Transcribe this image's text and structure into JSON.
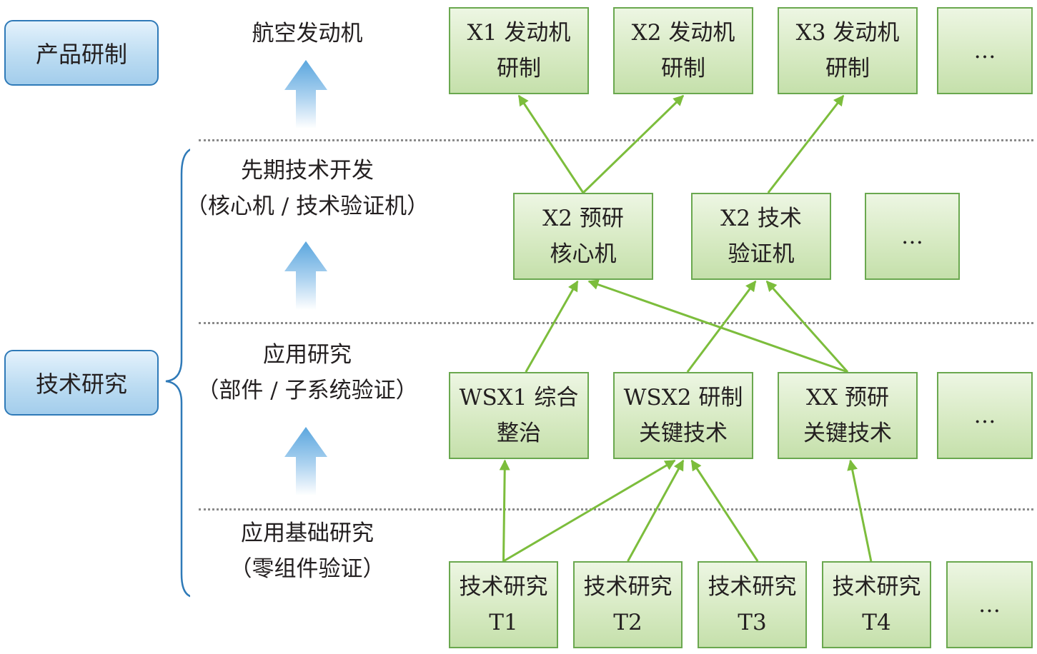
{
  "left_labels": {
    "product": "产品研制",
    "tech": "技术研究"
  },
  "levels": {
    "engine": {
      "line1": "航空发动机"
    },
    "advanced": {
      "line1": "先期技术开发",
      "line2": "（核心机 / 技术验证机）"
    },
    "applied": {
      "line1": "应用研究",
      "line2": "（部件 / 子系统验证）"
    },
    "basic": {
      "line1": "应用基础研究",
      "line2": "（零组件验证）"
    }
  },
  "boxes": {
    "x1": {
      "line1": "X1 发动机",
      "line2": "研制"
    },
    "x2": {
      "line1": "X2 发动机",
      "line2": "研制"
    },
    "x3": {
      "line1": "X3 发动机",
      "line2": "研制"
    },
    "row1_more": {
      "line1": "…"
    },
    "core": {
      "line1": "X2 预研",
      "line2": "核心机"
    },
    "demo": {
      "line1": "X2 技术",
      "line2": "验证机"
    },
    "row2_more": {
      "line1": "…"
    },
    "wsx1": {
      "line1": "WSX1 综合",
      "line2": "整治"
    },
    "wsx2": {
      "line1": "WSX2 研制",
      "line2": "关键技术"
    },
    "xx": {
      "line1": "XX 预研",
      "line2": "关键技术"
    },
    "row3_more": {
      "line1": "…"
    },
    "t1": {
      "line1": "技术研究",
      "line2": "T1"
    },
    "t2": {
      "line1": "技术研究",
      "line2": "T2"
    },
    "t3": {
      "line1": "技术研究",
      "line2": "T3"
    },
    "t4": {
      "line1": "技术研究",
      "line2": "T4"
    },
    "row4_more": {
      "line1": "…"
    }
  },
  "edges": [
    {
      "from": "core",
      "to": "x1"
    },
    {
      "from": "core",
      "to": "x2"
    },
    {
      "from": "demo",
      "to": "x3"
    },
    {
      "from": "wsx1",
      "to": "core"
    },
    {
      "from": "xx",
      "to": "core"
    },
    {
      "from": "wsx2",
      "to": "demo"
    },
    {
      "from": "xx",
      "to": "demo"
    },
    {
      "from": "t1",
      "to": "wsx1"
    },
    {
      "from": "t1",
      "to": "wsx2"
    },
    {
      "from": "t2",
      "to": "wsx2"
    },
    {
      "from": "t3",
      "to": "wsx2"
    },
    {
      "from": "t4",
      "to": "xx"
    }
  ],
  "colors": {
    "arrow": "#7cbd3c",
    "box_border": "#6aa84f",
    "brace": "#2f7ab8"
  }
}
